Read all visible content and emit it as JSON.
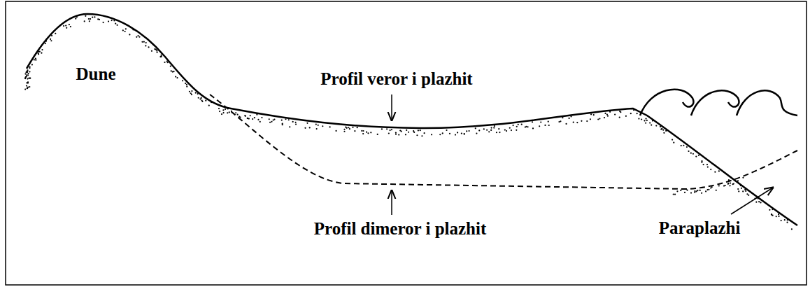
{
  "diagram": {
    "labels": [
      "Dune",
      "Profil veror i plazhit",
      "Profil dimeror i plazhit",
      "Paraplazhi"
    ]
  }
}
